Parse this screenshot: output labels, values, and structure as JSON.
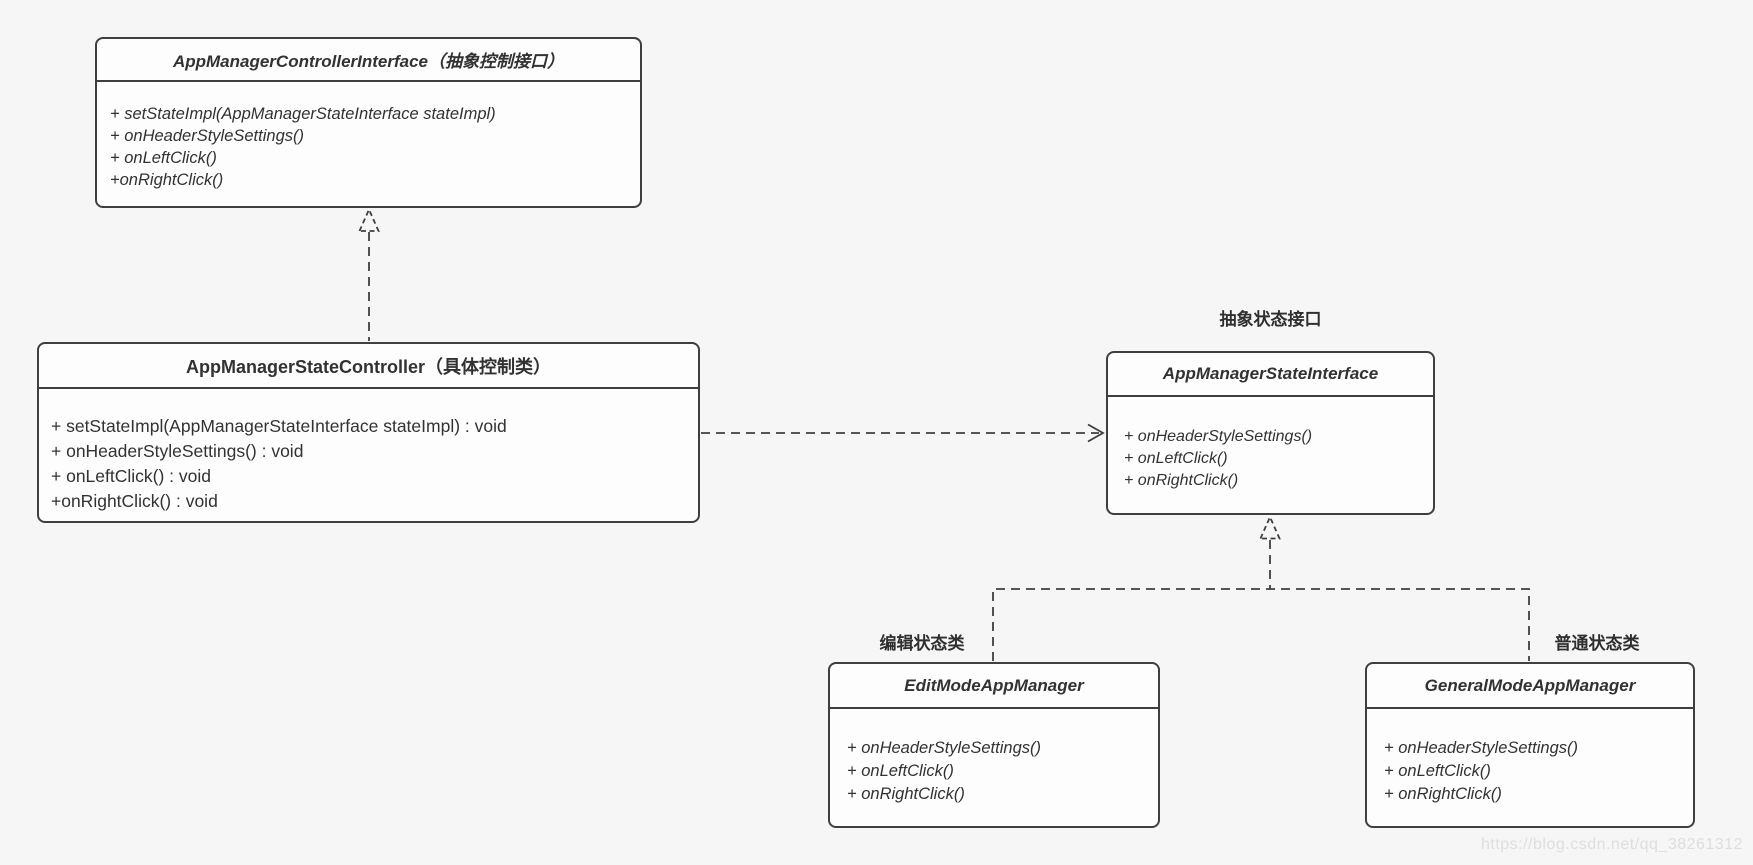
{
  "colors": {
    "background": "#f6f6f6",
    "box_fill": "#fdfdfd",
    "stroke": "#3f3f3f",
    "text": "#323232",
    "watermark_text": "#dedede"
  },
  "watermark": "https://blog.csdn.net/qq_38261312",
  "classes": [
    {
      "name": "AppManagerControllerInterface",
      "title": "AppManagerControllerInterface（抽象控制接口）",
      "methods": [
        "+ setStateImpl(AppManagerStateInterface stateImpl)",
        "+ onHeaderStyleSettings()",
        "+ onLeftClick()",
        "+onRightClick()"
      ]
    },
    {
      "name": "AppManagerStateController",
      "title": "AppManagerStateController（具体控制类）",
      "methods": [
        "+ setStateImpl(AppManagerStateInterface stateImpl) : void",
        "+ onHeaderStyleSettings() : void",
        "+ onLeftClick() : void",
        "+onRightClick() : void"
      ]
    },
    {
      "name": "AppManagerStateInterface",
      "title": "AppManagerStateInterface",
      "annotation": "抽象状态接口",
      "methods": [
        "+ onHeaderStyleSettings()",
        "+ onLeftClick()",
        "+ onRightClick()"
      ]
    },
    {
      "name": "EditModeAppManager",
      "title": "EditModeAppManager",
      "annotation": "编辑状态类",
      "methods": [
        "+ onHeaderStyleSettings()",
        "+ onLeftClick()",
        "+ onRightClick()"
      ]
    },
    {
      "name": "GeneralModeAppManager",
      "title": "GeneralModeAppManager",
      "annotation": "普通状态类",
      "methods": [
        "+ onHeaderStyleSettings()",
        "+ onLeftClick()",
        "+ onRightClick()"
      ]
    }
  ],
  "relationships": [
    {
      "type": "realization",
      "from": "AppManagerStateController",
      "to": "AppManagerControllerInterface"
    },
    {
      "type": "dependency",
      "from": "AppManagerStateController",
      "to": "AppManagerStateInterface"
    },
    {
      "type": "realization",
      "from": "EditModeAppManager",
      "to": "AppManagerStateInterface"
    },
    {
      "type": "realization",
      "from": "GeneralModeAppManager",
      "to": "AppManagerStateInterface"
    }
  ]
}
